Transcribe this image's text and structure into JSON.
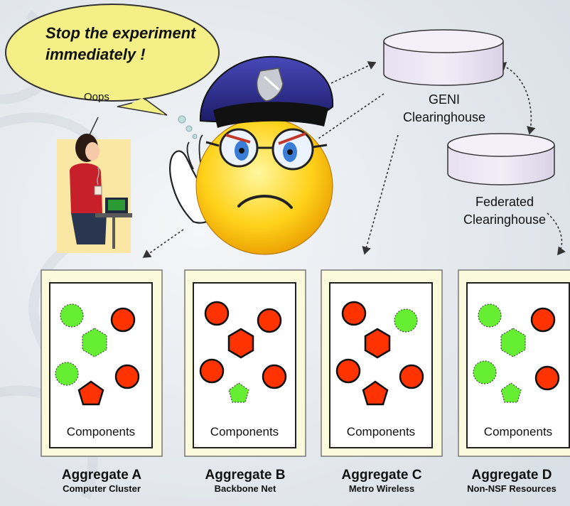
{
  "speech_bubble": {
    "line1": "Stop the experiment",
    "line2": "immediately !"
  },
  "oops_label": "Oops",
  "geni_clearinghouse": {
    "line1": "GENI",
    "line2": "Clearinghouse"
  },
  "federated_clearinghouse": {
    "line1": "Federated",
    "line2": "Clearinghouse"
  },
  "aggregates": [
    {
      "name": "Aggregate A",
      "sub": "Computer Cluster",
      "components_label": "Components"
    },
    {
      "name": "Aggregate B",
      "sub": "Backbone Net",
      "components_label": "Components"
    },
    {
      "name": "Aggregate C",
      "sub": "Metro Wireless",
      "components_label": "Components"
    },
    {
      "name": "Aggregate D",
      "sub": "Non-NSF Resources",
      "components_label": "Components"
    }
  ],
  "colors": {
    "active_component": "#ff3300",
    "inactive_component": "#66ee33",
    "panel_fill": "#fcfadc",
    "bubble_fill": "#f4ef86",
    "db_fill": "#e8e2f0"
  }
}
